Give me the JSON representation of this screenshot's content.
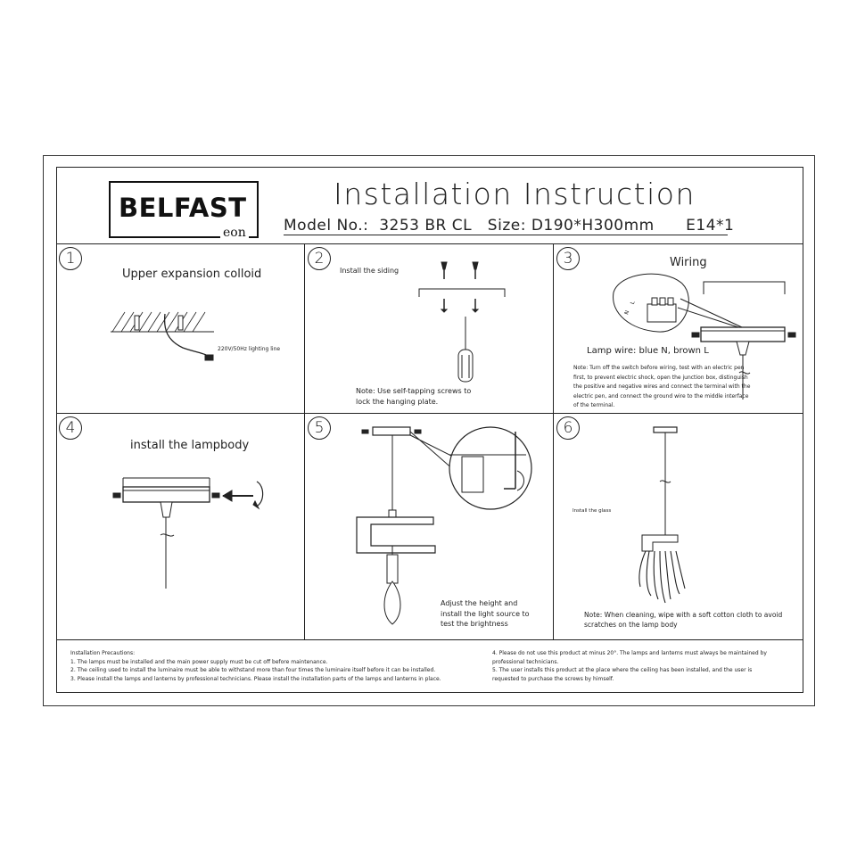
{
  "header": {
    "logo_name": "BELFAST",
    "logo_sub": "eon",
    "title": "Installation Instruction",
    "model_line": "Model No.:  3253 BR CL   Size: D190*H300mm      E14*1"
  },
  "steps": [
    {
      "number": "1",
      "label": "Upper expansion colloid",
      "note": "220V/50Hz lighting line"
    },
    {
      "number": "2",
      "label": "Install the siding",
      "note": "Note: Use self-tapping screws to lock the hanging plate."
    },
    {
      "number": "3",
      "label": "Wiring",
      "wire_letters": [
        "L",
        "N"
      ],
      "lamp_wire": "Lamp wire: blue N, brown L",
      "note": "Note: Turn off the switch before wiring, test with an electric pen first, to prevent electric shock, open the junction box, distinguish the positive and negative wires and connect the terminal with the electric pen, and connect the ground wire to the middle interface of the terminal."
    },
    {
      "number": "4",
      "label": "install the lampbody"
    },
    {
      "number": "5",
      "note": "Adjust the height and install the light source to test the brightness"
    },
    {
      "number": "6",
      "label": "Install the glass",
      "note": "Note: When cleaning, wipe with a soft cotton cloth to avoid scratches on the lamp body"
    }
  ],
  "precautions": {
    "title": "Installation Precautions:",
    "left": [
      "1. The lamps must be installed and the main power supply must be cut off before maintenance.",
      "2. The ceiling used to install the luminaire must be able to withstand more than four times the luminaire itself before it can be installed.",
      "3. Please install the lamps and lanterns by professional technicians. Please install the installation parts of the lamps and lanterns in place."
    ],
    "right": [
      "4. Please do not use this product at minus 20°. The lamps and lanterns must always be maintained by professional technicians.",
      "5. The user installs this product at the place where the ceiling has been installed, and the user is requested to purchase the screws by himself."
    ]
  }
}
